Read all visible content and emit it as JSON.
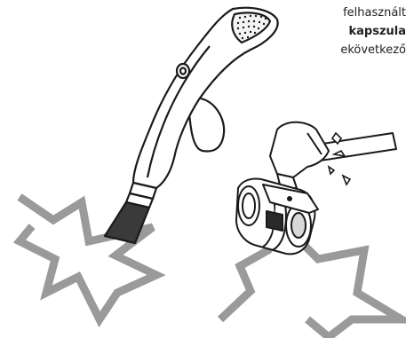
{
  "caption": {
    "line1": "felhasznált",
    "line2": "kapszula",
    "line3": "ekövetkező"
  },
  "colors": {
    "star": "#9a9a9a",
    "ink": "#1a1a1a"
  },
  "icons": [
    "heater-handle-icon",
    "capsule-icon",
    "hammer-icon",
    "burst-icon",
    "shard-icon"
  ]
}
